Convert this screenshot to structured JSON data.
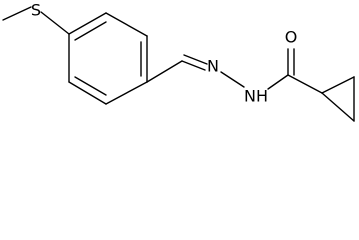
{
  "structure": {
    "atoms": [
      {
        "id": "sulfur",
        "label": "S"
      },
      {
        "id": "imine-nitrogen",
        "label": "N"
      },
      {
        "id": "amide-nitrogen",
        "label": "NH"
      },
      {
        "id": "carbonyl-oxygen",
        "label": "O"
      }
    ]
  },
  "colors": {
    "bond": "#000000",
    "background": "#ffffff"
  }
}
